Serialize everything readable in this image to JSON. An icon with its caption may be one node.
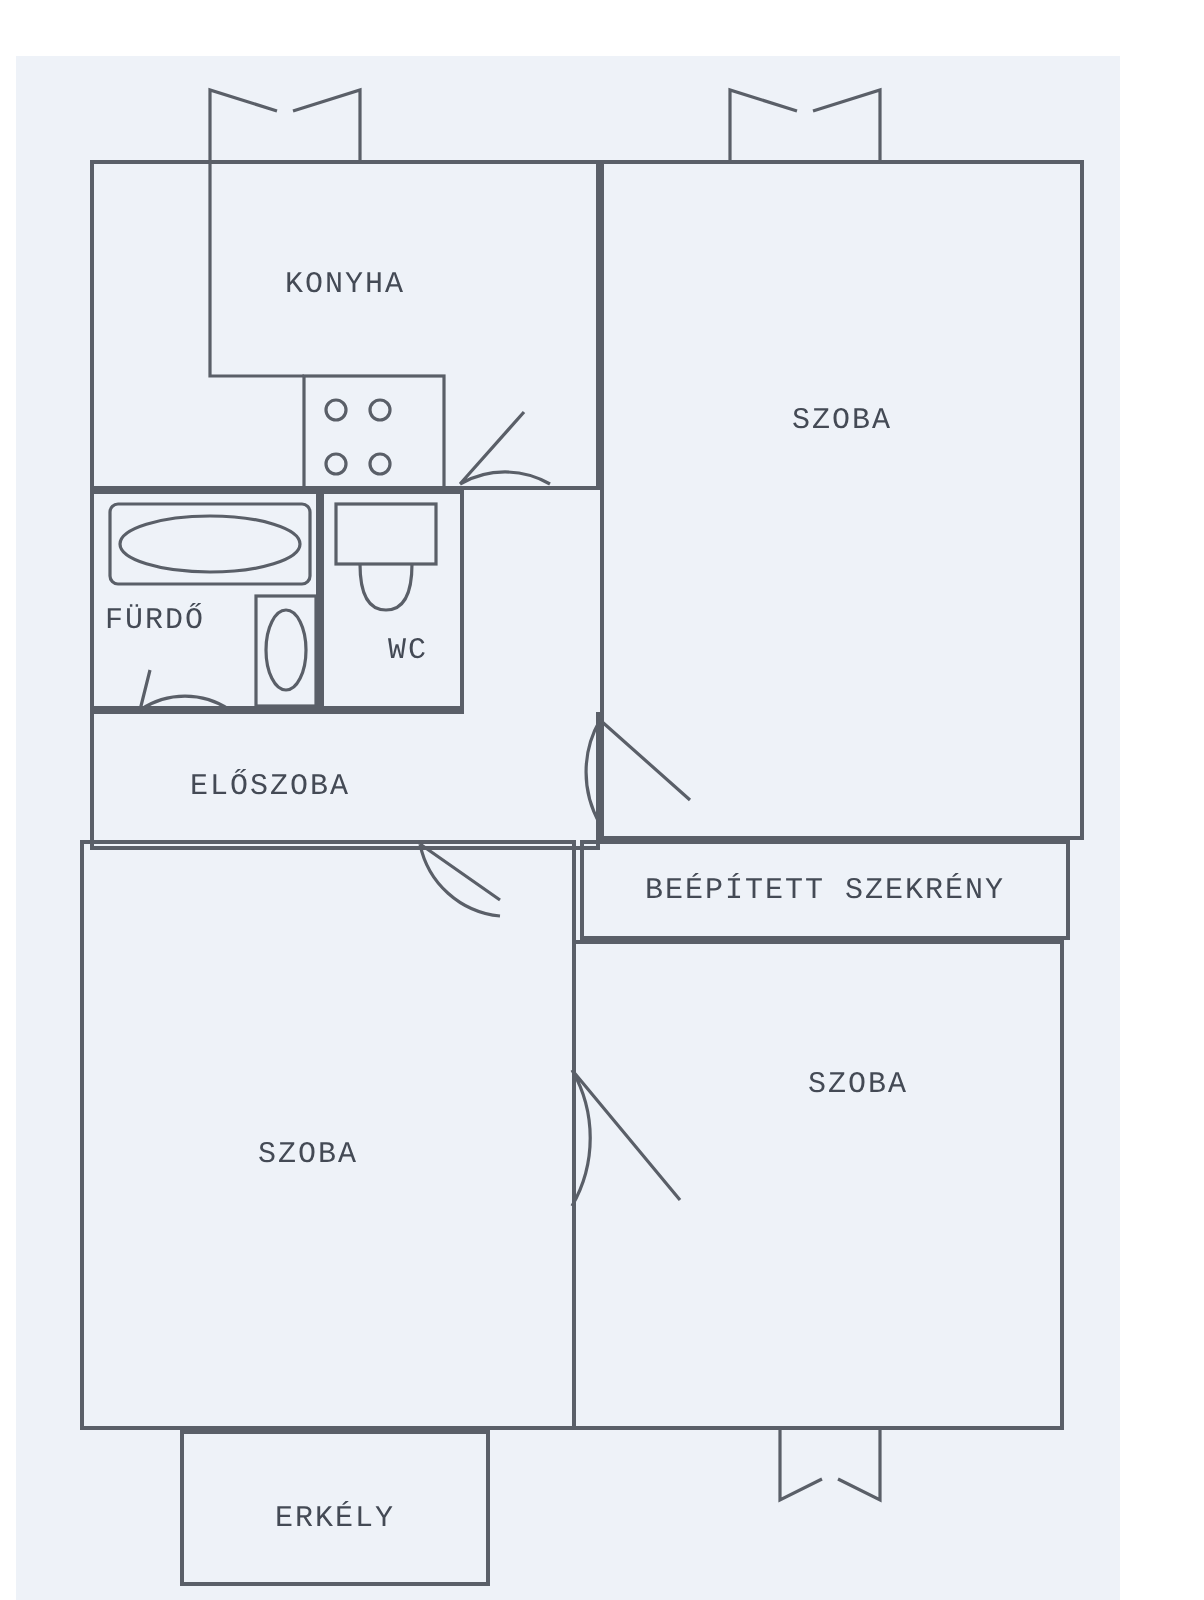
{
  "diagram": {
    "nodes": [
      {
        "text": [
          "KONYHA"
        ]
      },
      {
        "text": [
          "SZOBA"
        ]
      },
      {
        "text": [
          "FÜRDŐ"
        ]
      },
      {
        "text": [
          "WC"
        ]
      },
      {
        "text": [
          "ELŐSZOBA"
        ]
      },
      {
        "text": [
          "BEÉPÍTETT SZEKRÉNY"
        ]
      },
      {
        "text": [
          "SZOBA"
        ]
      },
      {
        "text": [
          "SZOBA"
        ]
      },
      {
        "text": [
          "ERKÉLY"
        ]
      }
    ]
  }
}
